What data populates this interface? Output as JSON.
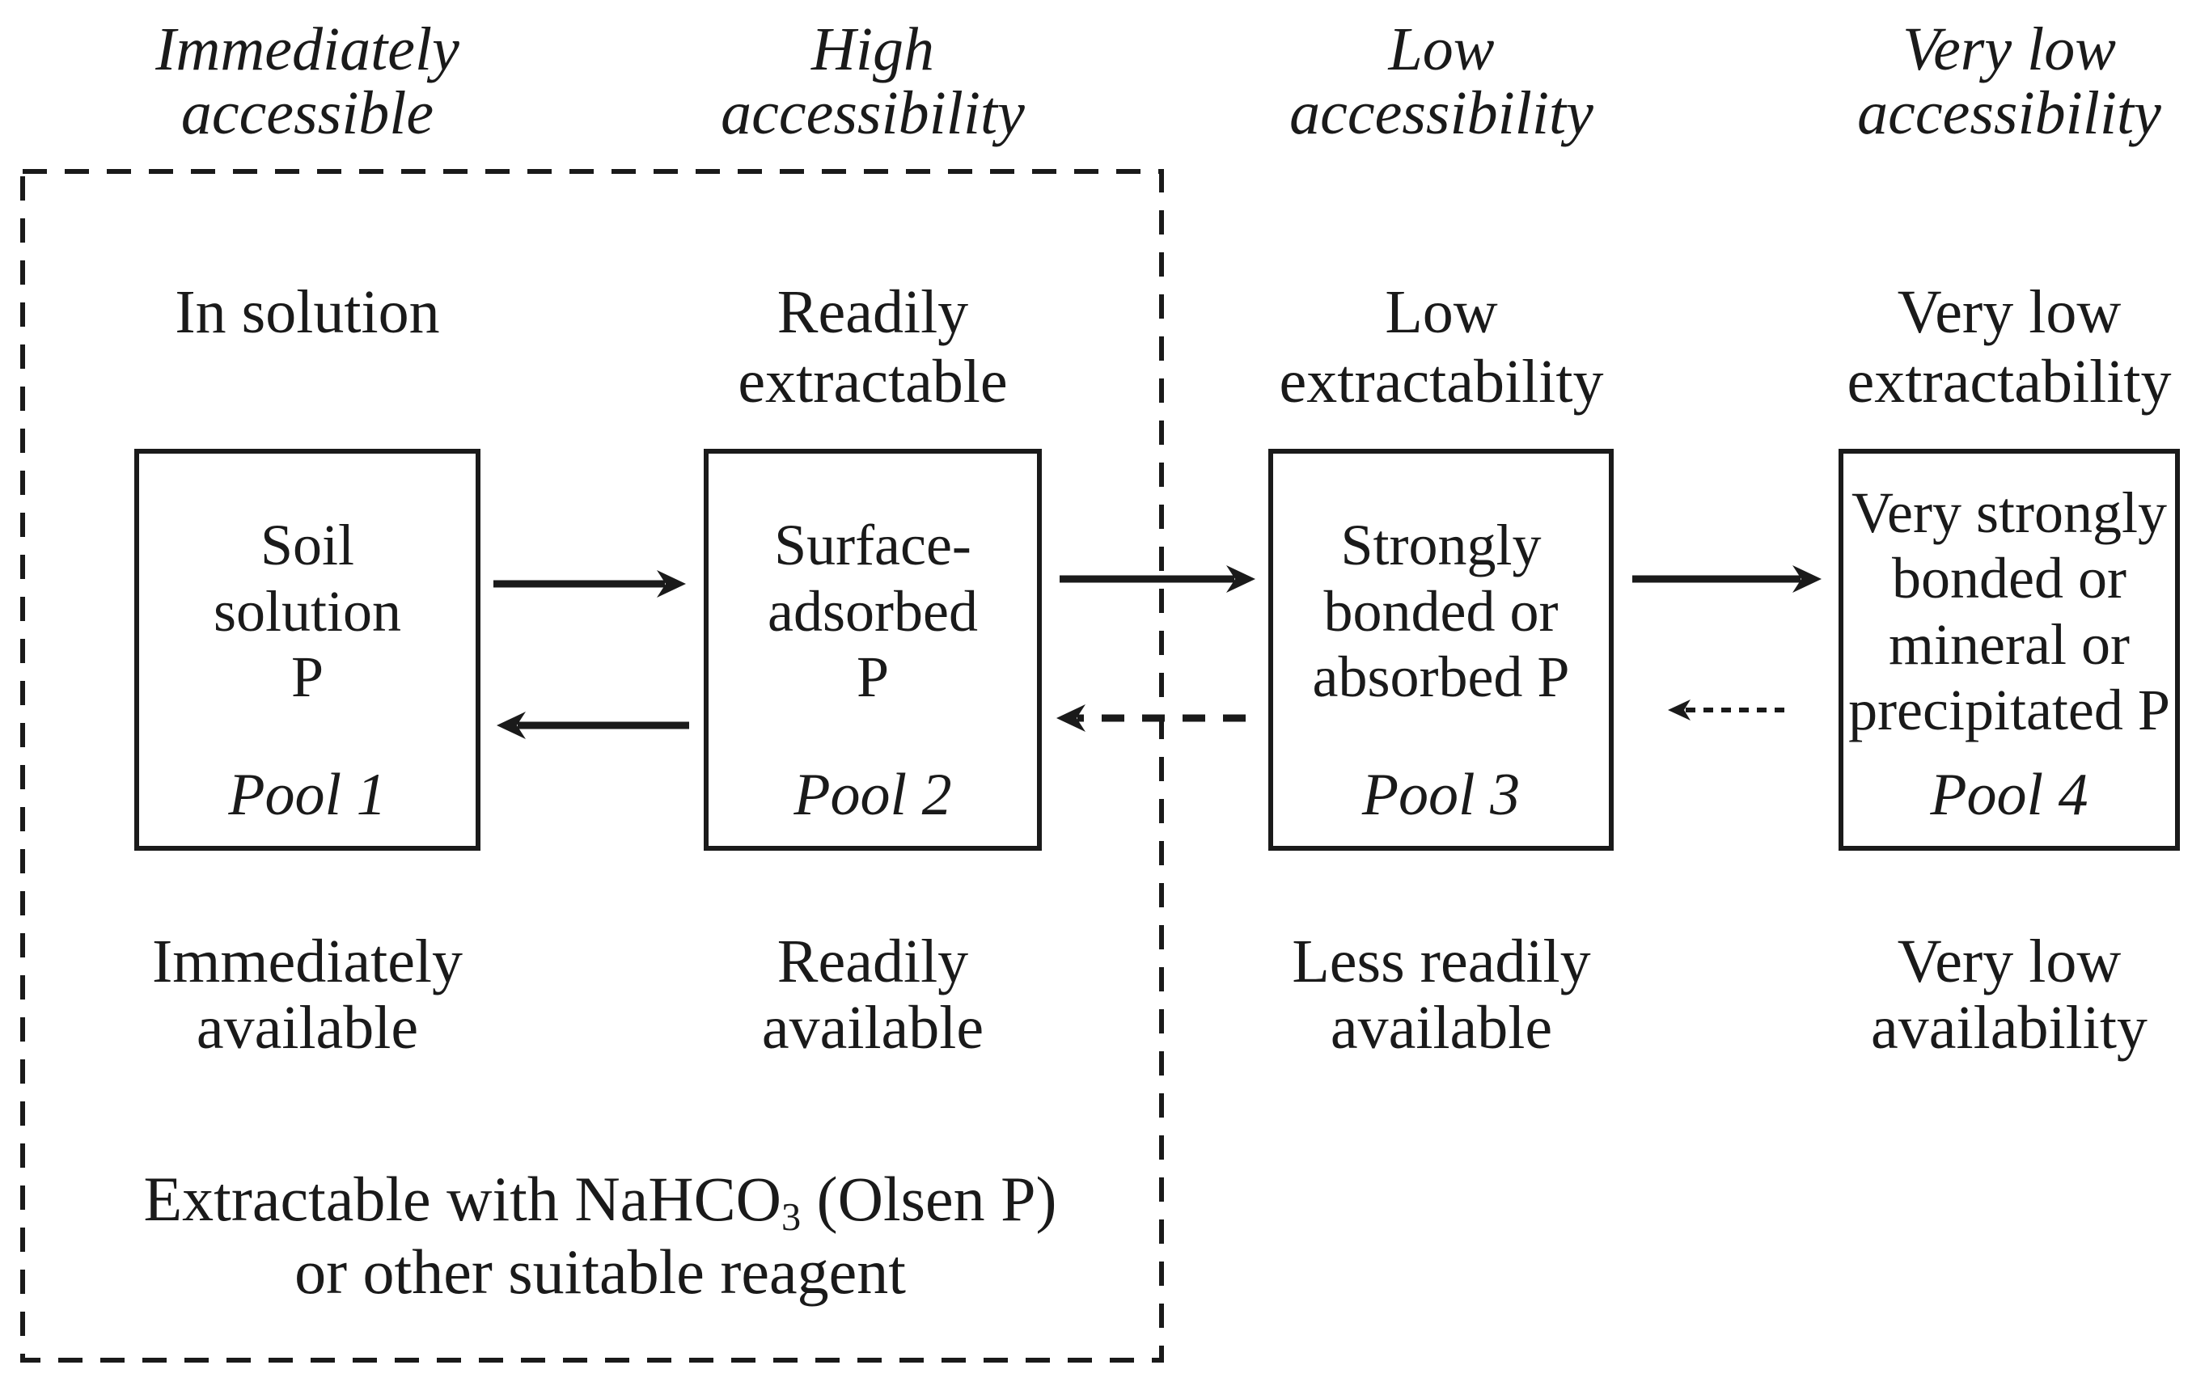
{
  "colors": {
    "ink": "#1a1a1a",
    "background": "#ffffff"
  },
  "columns": [
    {
      "header": "Immediately\naccessible",
      "extractability_note": "In solution",
      "pool_box": {
        "title": "Soil\nsolution\nP",
        "pool": "Pool 1"
      },
      "availability": "Immediately\navailable"
    },
    {
      "header": "High\naccessibility",
      "extractability_note": "Readily\nextractable",
      "pool_box": {
        "title": "Surface-\nadsorbed\nP",
        "pool": "Pool 2"
      },
      "availability": "Readily\navailable"
    },
    {
      "header": "Low\naccessibility",
      "extractability_note": "Low\nextractability",
      "pool_box": {
        "title": "Strongly\nbonded or\nabsorbed P",
        "pool": "Pool 3"
      },
      "availability": "Less readily\navailable"
    },
    {
      "header": "Very low\naccessibility",
      "extractability_note": "Very low\nextractability",
      "pool_box": {
        "title": "Very strongly\nbonded or\nmineral or\nprecipitated P",
        "pool": "Pool 4"
      },
      "availability": "Very low\navailability"
    }
  ],
  "extraction_note": {
    "line1_pre": "Extractable with NaHCO",
    "line1_sub": "3",
    "line1_post": " (Olsen P)",
    "line2": "or other suitable reagent"
  }
}
